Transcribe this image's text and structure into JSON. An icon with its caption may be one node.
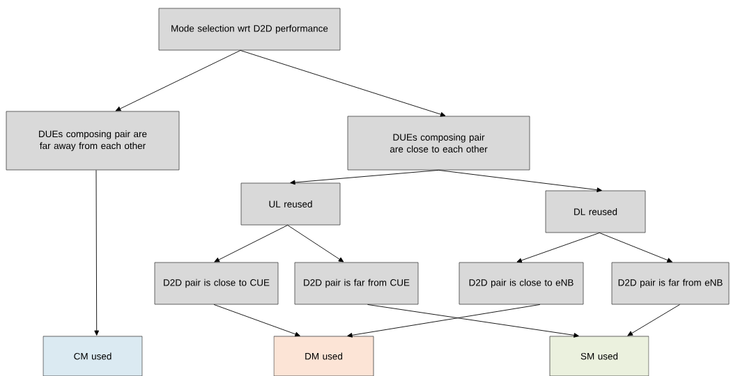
{
  "diagram": {
    "nodes": [
      {
        "text": [
          "Mode selection wrt D2D performance"
        ]
      },
      {
        "text": [
          "DUEs composing pair are far away from each other"
        ]
      },
      {
        "text": [
          "DUEs composing pair are close to each other"
        ]
      },
      {
        "text": [
          "UL reused"
        ]
      },
      {
        "text": [
          "DL reused"
        ]
      },
      {
        "text": [
          "D2D pair is close to CUE"
        ]
      },
      {
        "text": [
          "D2D pair is far from CUE"
        ]
      },
      {
        "text": [
          "D2D pair is close to eNB"
        ]
      },
      {
        "text": [
          "D2D pair is far from eNB"
        ]
      },
      {
        "text": [
          "CM used"
        ]
      },
      {
        "text": [
          "DM used"
        ]
      },
      {
        "text": [
          "SM used"
        ]
      }
    ],
    "edges": [
      {
        "from": 0,
        "to": 1,
        "arrow": "to"
      },
      {
        "from": 0,
        "to": 2,
        "arrow": "to"
      },
      {
        "from": 1,
        "to": 9,
        "arrow": "to"
      },
      {
        "from": 2,
        "to": 3,
        "arrow": "to"
      },
      {
        "from": 2,
        "to": 4,
        "arrow": "to"
      },
      {
        "from": 3,
        "to": 5,
        "arrow": "to"
      },
      {
        "from": 3,
        "to": 6,
        "arrow": "to"
      },
      {
        "from": 4,
        "to": 7,
        "arrow": "to"
      },
      {
        "from": 4,
        "to": 8,
        "arrow": "to"
      },
      {
        "from": 5,
        "to": 10,
        "arrow": "to"
      },
      {
        "from": 6,
        "to": 11,
        "arrow": "to"
      },
      {
        "from": 7,
        "to": 10,
        "arrow": "to"
      },
      {
        "from": 8,
        "to": 11,
        "arrow": "to"
      }
    ]
  }
}
